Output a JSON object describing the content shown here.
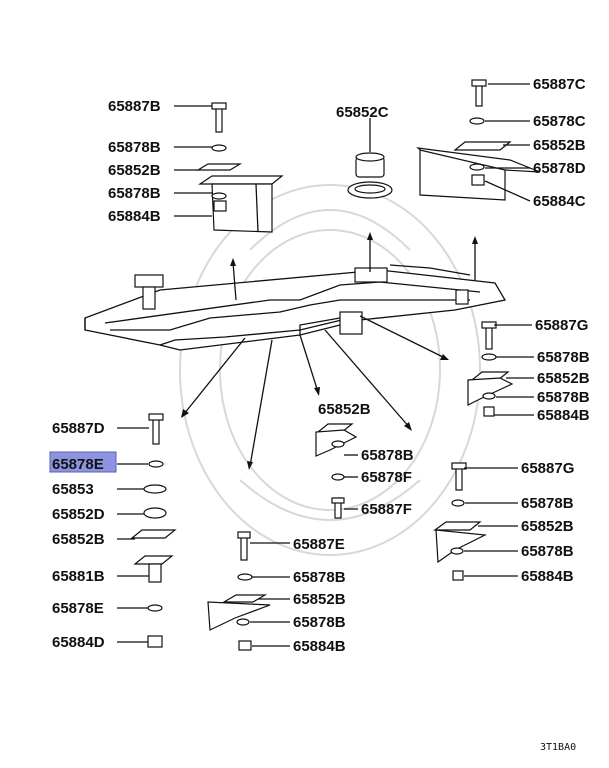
{
  "labels": {
    "p65887B": "65887B",
    "p65878B_a": "65878B",
    "p65852B_a": "65852B",
    "p65878B_b": "65878B",
    "p65884B_a": "65884B",
    "p65852C": "65852C",
    "p65887C": "65887C",
    "p65878C": "65878C",
    "p65852B_b": "65852B",
    "p65878D": "65878D",
    "p65884C": "65884C",
    "p65887G_a": "65887G",
    "p65878B_c": "65878B",
    "p65852B_c": "65852B",
    "p65878B_d": "65878B",
    "p65884B_b": "65884B",
    "p65887D": "65887D",
    "p65878E": "65878E",
    "p65853": "65853",
    "p65852D": "65852D",
    "p65852B_d": "65852B",
    "p65881B": "65881B",
    "p65878E_b": "65878E",
    "p65884D": "65884D",
    "p65852B_e": "65852B",
    "p65878B_e": "65878B",
    "p65878F_a": "65878F",
    "p65887F": "65887F",
    "p65887E": "65887E",
    "p65878B_f": "65878B",
    "p65852B_f": "65852B",
    "p65878B_g": "65878B",
    "p65884B_c": "65884B",
    "p65887G_b": "65887G",
    "p65878B_h": "65878B",
    "p65852B_g": "65852B",
    "p65878B_i": "65878B",
    "p65884B_d": "65884B"
  },
  "highlight": {
    "label": "p65878E",
    "color": "#8c94e0"
  },
  "diagram_code": "3T1BA0"
}
